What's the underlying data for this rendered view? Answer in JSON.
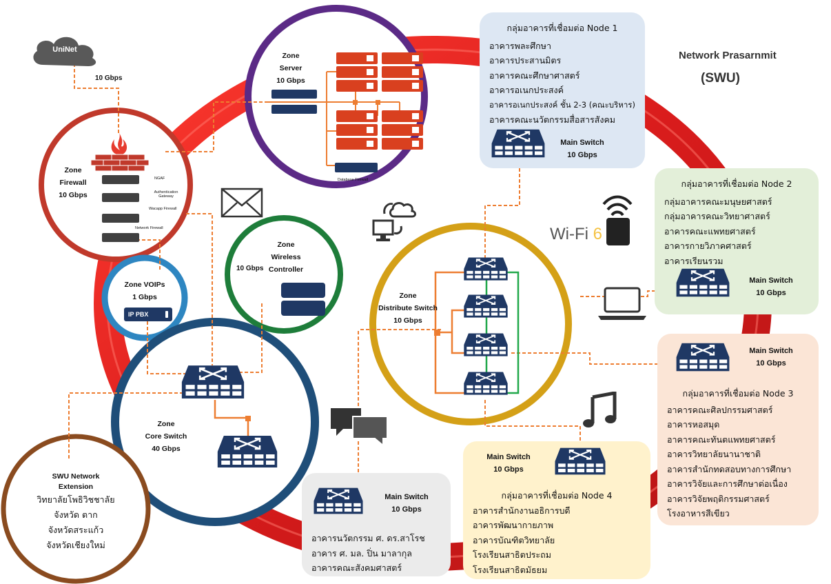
{
  "title": {
    "line1": "Network Prasarnmit",
    "line2": "(SWU)"
  },
  "uninet": {
    "label": "UniNet",
    "speed": "10 Gbps"
  },
  "zones": {
    "server": {
      "name": "Zone",
      "sub": "Server",
      "speed": "10 Gbps",
      "db_label": "Database Firewall"
    },
    "firewall": {
      "name": "Zone",
      "sub": "Firewall",
      "speed": "10 Gbps",
      "items": [
        "NGAF",
        "Authentication\nGateway",
        "Wacapp Firewall",
        "Network Firewall"
      ]
    },
    "voip": {
      "name": "Zone VOIPs",
      "speed": "1 Gbps",
      "device": "IP PBX"
    },
    "wireless": {
      "name": "Zone",
      "sub": "Wireless Controller",
      "speed": "10 Gbps"
    },
    "distribute": {
      "name": "Zone",
      "sub": "Distribute Switch",
      "speed": "10 Gbps"
    },
    "core": {
      "name": "Zone",
      "sub": "Core Switch",
      "speed": "40 Gbps"
    }
  },
  "extension": {
    "title1": "SWU Network",
    "title2": "Extension",
    "lines": [
      "วิทยาลัยโพธิวิชชาลัย",
      "จังหวัด ตาก",
      "จังหวัดสระแก้ว",
      "จังหวัดเชียงใหม่"
    ]
  },
  "node1": {
    "title": "กลุ่มอาคารที่เชื่อมต่อ Node 1",
    "lines": [
      "อาคารพละศึกษา",
      "อาคารประสานมิตร",
      "อาคารคณะศึกษาศาสตร์",
      "อาคารอเนกประสงค์",
      "อาคารอเนกประสงค์ ชั้น 2-3 (คณะบริหาร)",
      "อาคารคณะนวัตกรรมสื่อสารสังคม"
    ],
    "switch": "Main Switch",
    "speed": "10 Gbps"
  },
  "node2": {
    "title": "กลุ่มอาคารที่เชื่อมต่อ Node 2",
    "lines": [
      "กลุ่มอาคารคณะมนุษยศาสตร์",
      "กลุ่มอาคารคณะวิทยาศาสตร์",
      "อาคารคณะแพทยศาสตร์",
      "อาคารกายวิภาคศาสตร์",
      "อาคารเรียนรวม"
    ],
    "switch": "Main Switch",
    "speed": "10 Gbps"
  },
  "node3": {
    "title": "กลุ่มอาคารที่เชื่อมต่อ Node 3",
    "lines": [
      "อาคารคณะศิลปกรรมศาสตร์",
      "อาคารหอสมุด",
      "อาคารคณะทันตแพทยศาสตร์",
      "อาคารวิทยาลัยนานาชาติ",
      "อาคารสำนักทดสอบทางการศึกษา",
      "อาคารวิจัยและการศึกษาต่อเนื่อง",
      "อาคารวิจัยพฤติกรรมศาสตร์",
      "โรงอาหารสีเขียว"
    ],
    "switch": "Main Switch",
    "speed": "10 Gbps"
  },
  "node4": {
    "title": "กลุ่มอาคารที่เชื่อมต่อ Node 4",
    "lines": [
      "อาคารสำนักงานอธิการบดี",
      "อาคารพัฒนากายภาพ",
      "อาคารบัณฑิตวิทยาลัย",
      "โรงเรียนสาธิตประถม",
      "โรงเรียนสาธิตมัธยม"
    ],
    "switch": "Main Switch",
    "speed": "10 Gbps"
  },
  "node5": {
    "lines": [
      "อาคารนวัตกรรม ศ. ดร.สาโรช",
      "อาคาร ศ. มล. ปิ่น มาลากุล",
      "อาคารคณะสังคมศาสตร์"
    ],
    "switch": "Main Switch",
    "speed": "10 Gbps"
  },
  "wifi": {
    "label": "Wi-Fi",
    "version": "6"
  },
  "icons": [
    "cloud-icon",
    "firewall-icon",
    "mail-icon",
    "cloud-sync-icon",
    "wifi-icon",
    "laptop-icon",
    "chat-icon",
    "music-icon"
  ],
  "colors": {
    "ring": "#e31e24",
    "link": "#ed7d31",
    "green": "#21a84a",
    "device": "#1f3864",
    "server_ring": "#5b2a86",
    "dist_ring": "#d4a017",
    "core_ring": "#1f4e79",
    "voip_ring": "#2e86c1",
    "wireless_ring": "#1e7d3a",
    "ext_ring": "#8a4b1f"
  }
}
